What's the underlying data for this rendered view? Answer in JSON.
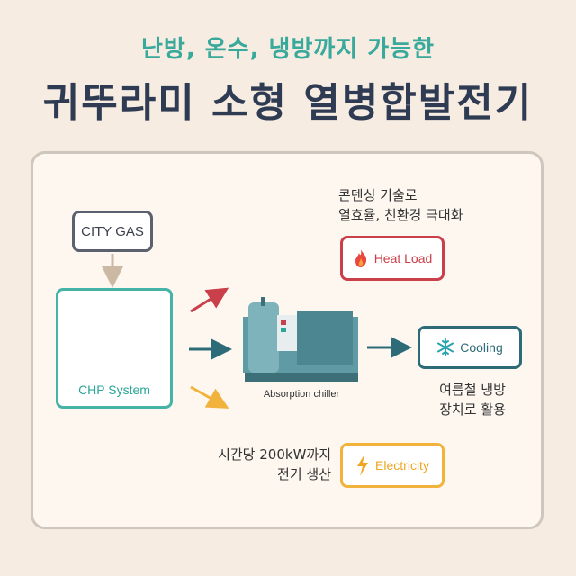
{
  "header": {
    "subtitle": "난방, 온수, 냉방까지 가능한",
    "title": "귀뚜라미 소형 열병합발전기"
  },
  "diagram": {
    "city_gas": "CITY GAS",
    "chp_system": "CHP System",
    "absorption_chiller": "Absorption chiller",
    "heat_load": "Heat Load",
    "cooling": "Cooling",
    "electricity": "Electricity",
    "note_heat_line1": "콘덴싱 기술로",
    "note_heat_line2": "열효율, 친환경 극대화",
    "note_cooling_line1": "여름철 냉방",
    "note_cooling_line2": "장치로 활용",
    "note_elec_line1": "시간당 200kW까지",
    "note_elec_line2": "전기 생산"
  },
  "colors": {
    "heat": "#c9404a",
    "cooling": "#2e6b78",
    "electricity": "#f2b33c",
    "chp": "#45b3a6",
    "gas_arrow": "#cbb9a4"
  },
  "icons": {
    "heat": "flame-icon",
    "cooling": "snowflake-icon",
    "electricity": "lightning-icon"
  }
}
